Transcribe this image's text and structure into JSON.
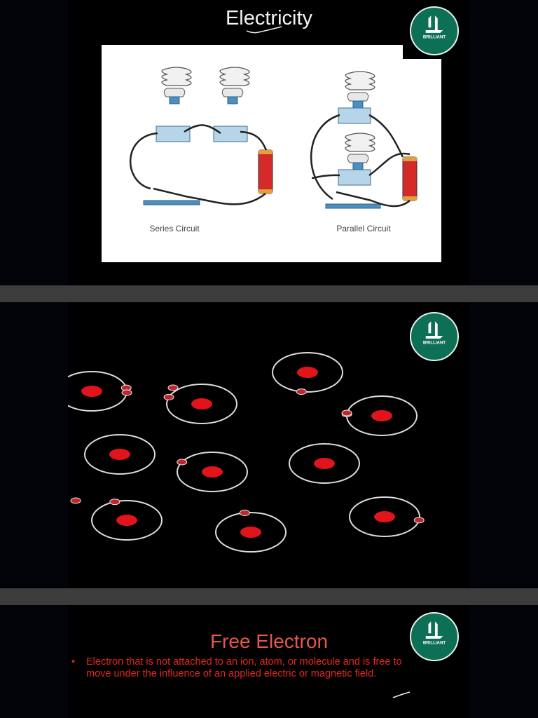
{
  "slides": {
    "circuits": {
      "title": "Electricity",
      "series_label": "Series Circuit",
      "parallel_label": "Parallel Circuit",
      "logo_text": "BRILLIANT"
    },
    "atoms": {
      "logo_text": "BRILLIANT"
    },
    "free_electron": {
      "title": "Free Electron",
      "bullet_marker": "•",
      "bullet_text": "Electron that is not attached to an ion, atom, or molecule and is free to move under the influence of an applied electric or magnetic field.",
      "logo_text": "BRILLIANT"
    }
  },
  "colors": {
    "brand": "#0d6f55",
    "nucleus": "#e0141a",
    "orbit": "#dcdcdc",
    "electron": "#c0272d",
    "bullet_text": "#e22520",
    "title_red": "#e4584b"
  },
  "icons": {
    "logo": "brilliant-logo-icon",
    "bulb": "cfl-bulb-icon",
    "battery": "battery-icon",
    "switch": "knife-switch-icon",
    "atom": "atom-icon"
  }
}
